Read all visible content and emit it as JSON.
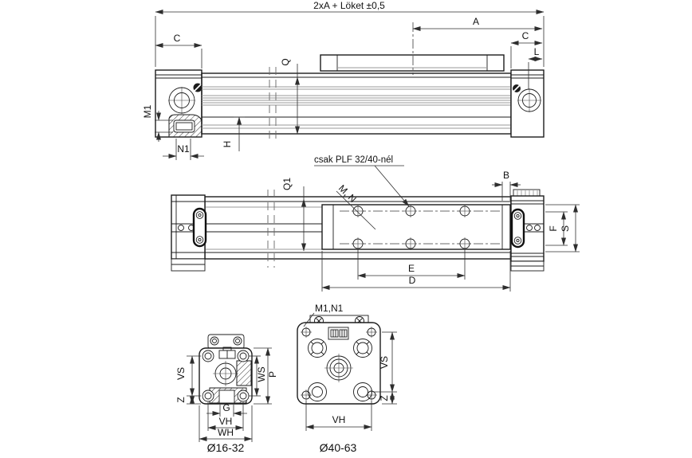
{
  "views": {
    "front": {
      "dims": {
        "overall": "2xA + Löket ±0,5",
        "a": "A",
        "c_left": "C",
        "c_right": "C",
        "l": "L",
        "q": "Q",
        "m1": "M1",
        "n1": "N1",
        "h": "H"
      }
    },
    "plan": {
      "note": "csak PLF 32/40-nél",
      "dims": {
        "q1": "Q1",
        "mn": "M, N",
        "b": "B",
        "f": "F",
        "s": "S",
        "e": "E",
        "d": "D"
      }
    },
    "end_small": {
      "title": "Ø16-32",
      "dims": {
        "vs": "VS",
        "z": "Z",
        "ws": "WS",
        "p": "P",
        "g": "G",
        "vh": "VH",
        "wh": "WH"
      }
    },
    "end_large": {
      "title": "Ø40-63",
      "label_m1n1": "M1,N1",
      "dims": {
        "vs": "VS",
        "z": "Z",
        "vh": "VH"
      }
    }
  },
  "colors": {
    "line": "#1c1c1c",
    "light_line": "#9a9a9a",
    "background": "#ffffff"
  }
}
